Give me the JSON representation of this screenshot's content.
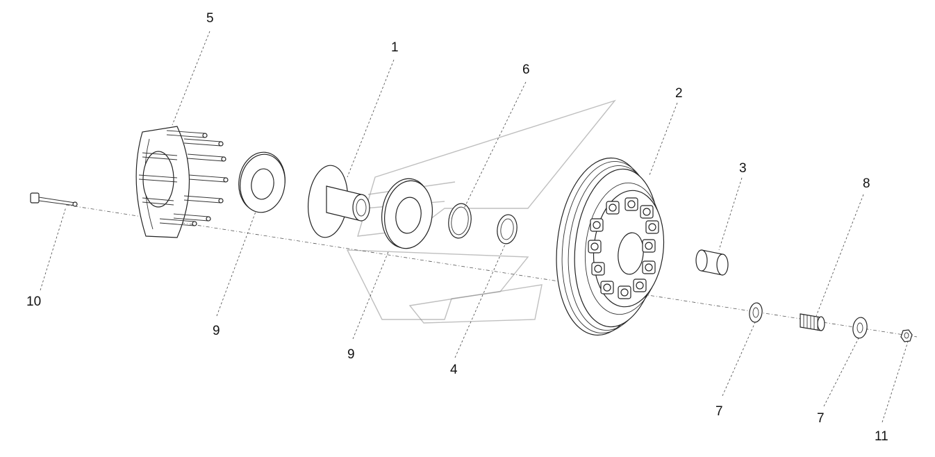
{
  "callouts": {
    "c1": "1",
    "c2": "2",
    "c3": "3",
    "c4": "4",
    "c5": "5",
    "c6": "6",
    "c7a": "7",
    "c7b": "7",
    "c8": "8",
    "c9a": "9",
    "c9b": "9",
    "c10": "10",
    "c11": "11"
  }
}
